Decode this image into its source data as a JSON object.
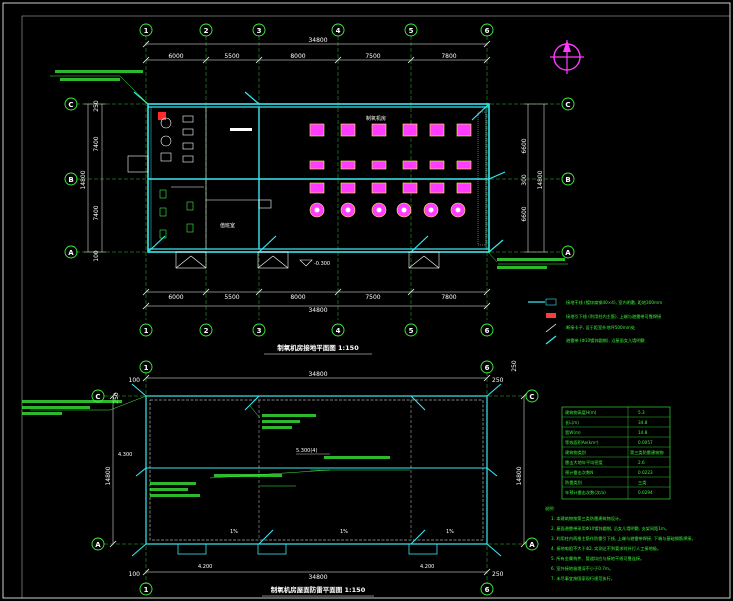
{
  "colors": {
    "background": "#000000",
    "axis": "#3cf53c",
    "wall": "#38e8f0",
    "dimension": "#ffffff",
    "annotation": "#3cf53c",
    "equipment": "#ff3cff",
    "equipment_outline": "#ffff3c",
    "compass": "#ff3cff"
  },
  "plan1": {
    "col_axes": [
      "1",
      "2",
      "3",
      "4",
      "5",
      "6"
    ],
    "row_axes": [
      "C",
      "B",
      "A"
    ],
    "top_total": "34800",
    "top_spans": [
      "6000",
      "5500",
      "8000",
      "7500",
      "7800"
    ],
    "bottom_total": "34800",
    "bottom_spans": [
      "6000",
      "5500",
      "8000",
      "7500",
      "7800"
    ],
    "left_total": "14800",
    "left_spans": [
      "250",
      "7400",
      "7400",
      "100"
    ],
    "right_total": "14800",
    "right_spans": [
      "6600",
      "300",
      "6600"
    ],
    "elevation": "-0.300",
    "room_label": "值班室",
    "hall_label": "制氧机房",
    "title": "制氧机房接地平面图 1:150"
  },
  "plan2": {
    "col_axes": [
      "1",
      "6"
    ],
    "row_axes": [
      "C",
      "A"
    ],
    "total": "34800",
    "left_dims": [
      "250",
      "14800"
    ],
    "right_dims": [
      "250",
      "14800"
    ],
    "corner_dims": [
      "100",
      "250",
      "100",
      "250"
    ],
    "level_left": "4.300",
    "level_bottom_left": "4.200",
    "level_bottom_right": "4.200",
    "roof_level": "5.300(4)",
    "slope_marks": [
      "1%",
      "1%",
      "1%"
    ],
    "title": "制氧机房屋面防雷平面图 1:150"
  },
  "legend": [
    "接地干线 (镀锌扁钢40×4), 室内明敷, 距地300mm",
    "接地引下线 (利用柱内主筋), 上端与避雷带可靠焊接",
    "断接卡子, 设于距室外地坪500mm处",
    "避雷带 (Φ10镀锌圆钢), 沿屋面女儿墙明敷"
  ],
  "table": {
    "rows": [
      [
        "建筑物高度H(m)",
        "5.3"
      ],
      [
        "长L(m)",
        "34.8"
      ],
      [
        "宽W(m)",
        "14.8"
      ],
      [
        "等效面积Ae(km²)",
        "0.0057"
      ],
      [
        "建筑物类别",
        "第三类防雷建筑物"
      ],
      [
        "雷击大地年平均密度",
        "2.6"
      ],
      [
        "预计雷击次数N",
        "0.0223"
      ],
      [
        "防雷类别",
        "三类"
      ],
      [
        "年预计雷击次数(次/a)",
        "0.0294"
      ]
    ]
  },
  "notes_title": "说明:",
  "notes": [
    "1. 本建筑物按第三类防雷建筑物设计。",
    "2. 屋面避雷带采用Φ10镀锌圆钢, 沿女儿墙明敷, 支架间距1m。",
    "3. 利用柱内两根主筋作防雷引下线, 上端与避雷带焊接, 下端与基础钢筋焊接。",
    "4. 接地电阻不大于4Ω, 实测达不到要求时补打人工接地极。",
    "5. 所有金属构件、管道均应与接地干线可靠连接。",
    "6. 室外接地极埋深不小于0.7m。"
  ],
  "notes_footer": "7. 未尽事宜按国家现行规范执行。"
}
